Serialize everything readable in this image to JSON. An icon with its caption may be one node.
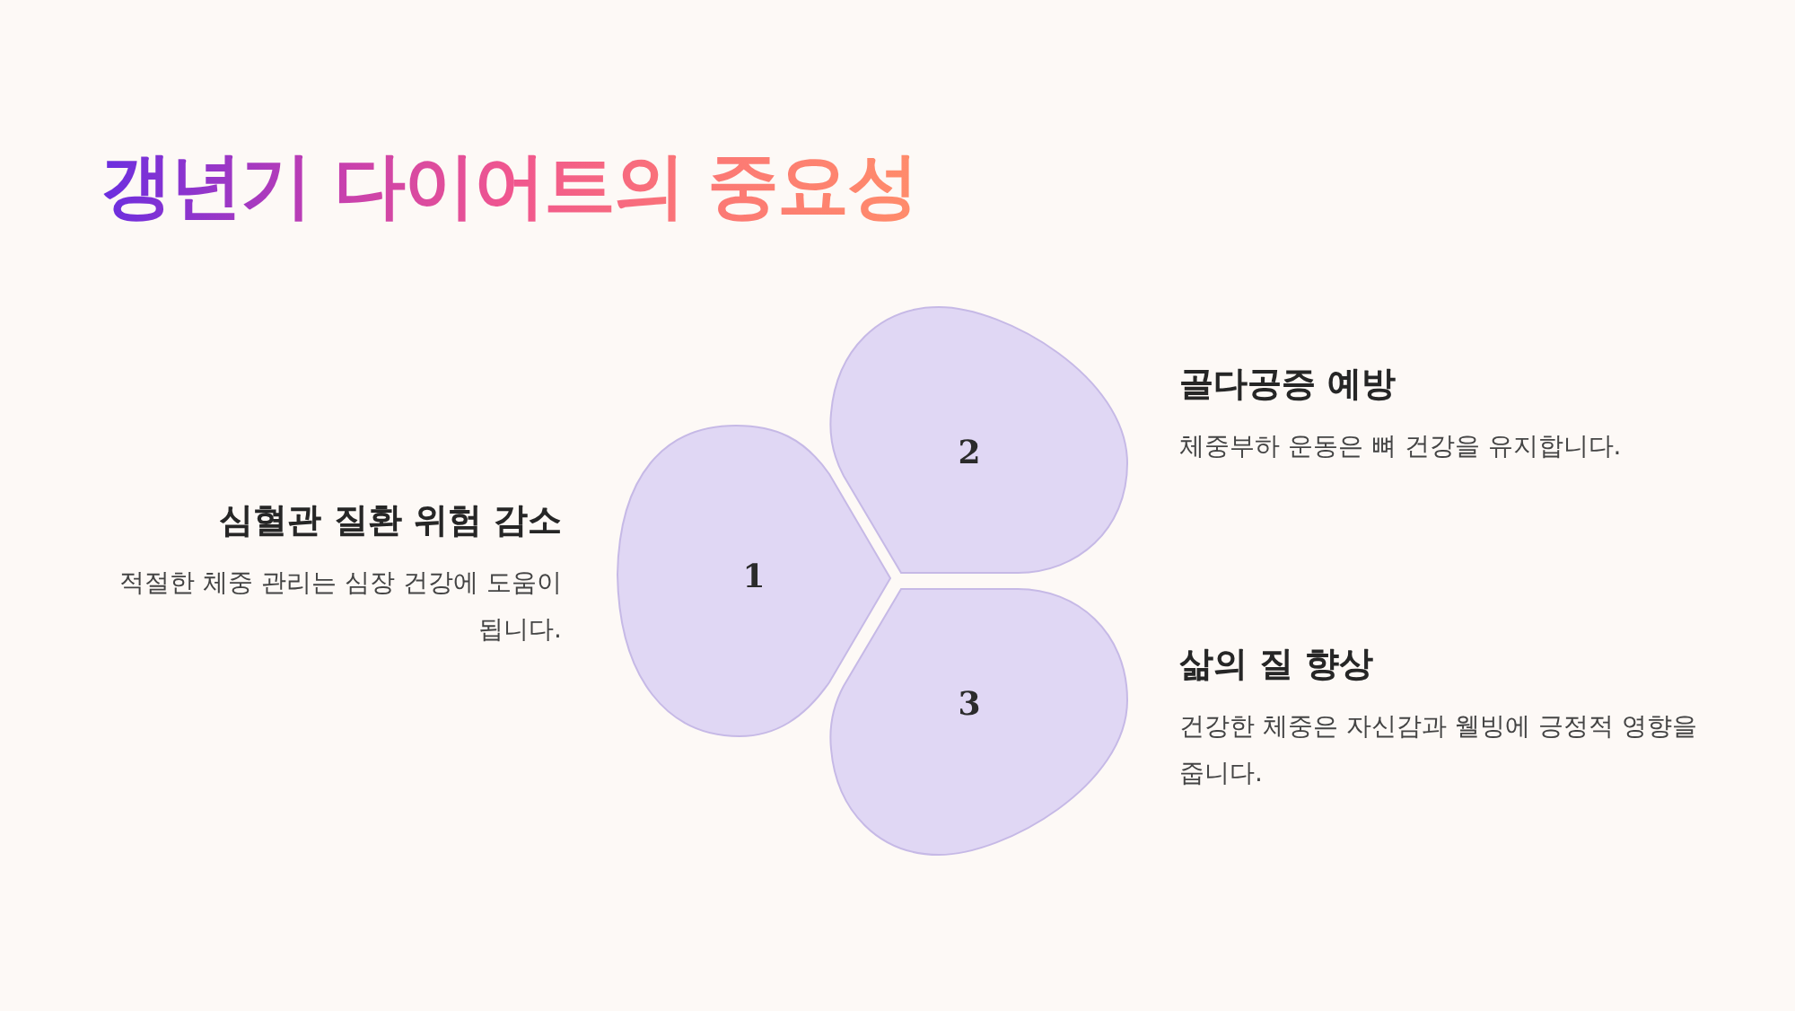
{
  "diagram": {
    "title": "갱년기 다이어트의 중요성",
    "nodes": [
      {
        "text": [
          "1"
        ],
        "beside": [
          "심혈관 질환 위험 감소",
          "적절한 체중 관리는 심장 건강에 도움이 됩니다."
        ]
      },
      {
        "text": [
          "2"
        ],
        "beside": [
          "골다공증 예방",
          "체중부하 운동은 뼈 건강을 유지합니다."
        ]
      },
      {
        "text": [
          "3"
        ],
        "beside": [
          "삶의 질 향상",
          "건강한 체중은 자신감과 웰빙에 긍정적 영향을 줍니다."
        ]
      }
    ],
    "edges": []
  }
}
